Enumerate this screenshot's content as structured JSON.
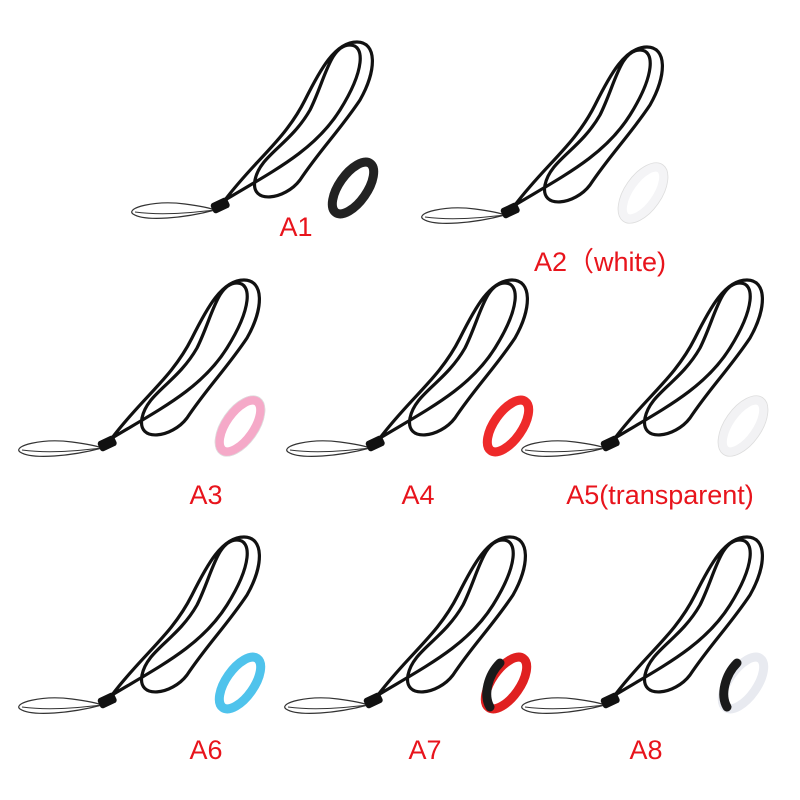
{
  "products": [
    {
      "label": "A1",
      "ring_color": "#222222",
      "ring_accent": "#222222"
    },
    {
      "label": "A2（white)",
      "ring_color": "#f4f4f6",
      "ring_accent": "#f4f4f6"
    },
    {
      "label": "A3",
      "ring_color": "#f5a9c8",
      "ring_accent": "#f5a9c8"
    },
    {
      "label": "A4",
      "ring_color": "#ee2a2a",
      "ring_accent": "#ee2a2a"
    },
    {
      "label": "A5(transparent)",
      "ring_color": "#f2f2f4",
      "ring_accent": "#f2f2f4"
    },
    {
      "label": "A6",
      "ring_color": "#4fc3ec",
      "ring_accent": "#4fc3ec"
    },
    {
      "label": "A7",
      "ring_color": "#e02020",
      "ring_accent": "#1a1a1a"
    },
    {
      "label": "A8",
      "ring_color": "#e8eaf0",
      "ring_accent": "#1a1a1a"
    }
  ],
  "label_color": "#e8141c"
}
